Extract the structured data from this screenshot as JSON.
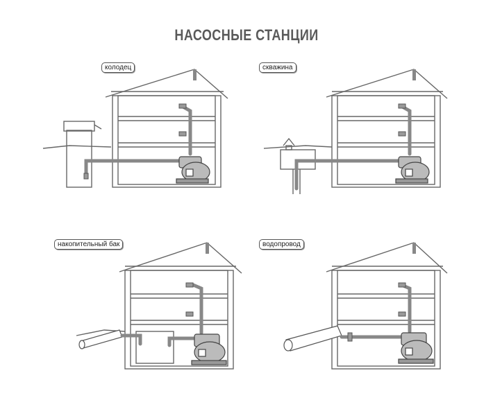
{
  "title": "НАСОСНЫЕ СТАНЦИИ",
  "panels": [
    {
      "label": "колодец"
    },
    {
      "label": "скважина"
    },
    {
      "label": "накопительный бак"
    },
    {
      "label": "водопровод"
    }
  ]
}
